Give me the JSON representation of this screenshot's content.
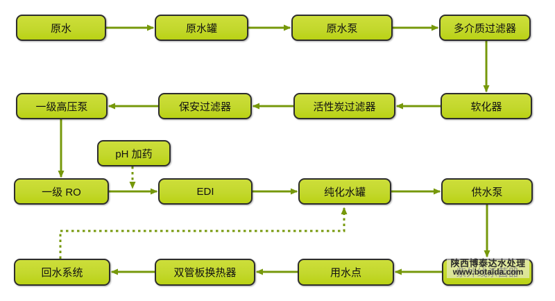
{
  "colors": {
    "node_fill": "#c3d82d",
    "node_border": "#2d2d2d",
    "edge": "#76980b",
    "background": "#ffffff",
    "watermark_overlay": "#f0f0f0"
  },
  "nodes": {
    "raw_water": {
      "label": "原水"
    },
    "raw_water_tank": {
      "label": "原水罐"
    },
    "raw_water_pump": {
      "label": "原水泵"
    },
    "multimedia_filter": {
      "label": "多介质过滤器"
    },
    "softener": {
      "label": "软化器"
    },
    "activated_carbon_filter": {
      "label": "活性炭过滤器"
    },
    "security_filter": {
      "label": "保安过滤器"
    },
    "first_stage_hp_pump": {
      "label": "一级高压泵"
    },
    "ph_dosing": {
      "label": "pH 加药"
    },
    "first_stage_ro": {
      "label": "一级 RO"
    },
    "edi": {
      "label": "EDI"
    },
    "purified_water_tank": {
      "label": "纯化水罐"
    },
    "supply_pump": {
      "label": "供水泵"
    },
    "uv_sterilizer": {
      "label": "紫外线杀菌器"
    },
    "use_point": {
      "label": "用水点"
    },
    "double_tubesheet_heat_exchanger": {
      "label": "双管板换热器"
    },
    "return_water_system": {
      "label": "回水系统"
    }
  },
  "watermark": {
    "line1": "陕西博泰达水处理",
    "line2": "www.botaida.com"
  }
}
